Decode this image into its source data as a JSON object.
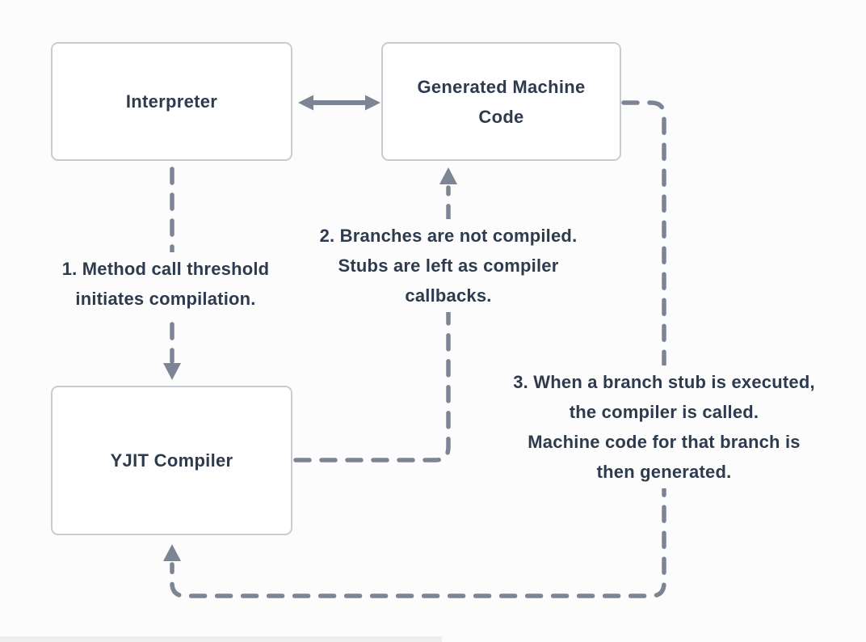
{
  "diagram": {
    "nodes": [
      {
        "id": "interpreter",
        "label": "Interpreter"
      },
      {
        "id": "generated-machine-code",
        "label": "Generated Machine Code"
      },
      {
        "id": "yjit-compiler",
        "label": "YJIT Compiler"
      }
    ],
    "annotations": [
      {
        "id": "step-1",
        "lines": [
          "1. Method call threshold",
          "initiates compilation."
        ]
      },
      {
        "id": "step-2",
        "lines": [
          "2. Branches are not compiled.",
          "Stubs are left as compiler",
          "callbacks."
        ]
      },
      {
        "id": "step-3",
        "lines": [
          "3. When a branch stub is executed,",
          "the compiler is called.",
          "Machine code for that branch is",
          "then generated."
        ]
      }
    ],
    "edges": [
      {
        "id": "interpreter-gmc",
        "from": "Interpreter",
        "to": "Generated Machine Code",
        "style": "solid",
        "direction": "bidirectional",
        "annotation": ""
      },
      {
        "id": "interpreter-yjit",
        "from": "Interpreter",
        "to": "YJIT Compiler",
        "style": "dashed",
        "direction": "forward",
        "annotation": "step-1"
      },
      {
        "id": "yjit-gmc",
        "from": "YJIT Compiler",
        "to": "Generated Machine Code",
        "style": "dashed",
        "direction": "forward",
        "annotation": "step-2"
      },
      {
        "id": "gmc-yjit",
        "from": "Generated Machine Code",
        "to": "YJIT Compiler",
        "style": "dashed",
        "direction": "forward",
        "annotation": "step-3"
      }
    ],
    "colors": {
      "arrow": "#7b8594",
      "node_border": "#c7ccd3",
      "text": "#2e3b4e",
      "node_background": "#ffffff",
      "page_background": "#fcfcfc",
      "scrollbar": "#eceef0"
    }
  }
}
